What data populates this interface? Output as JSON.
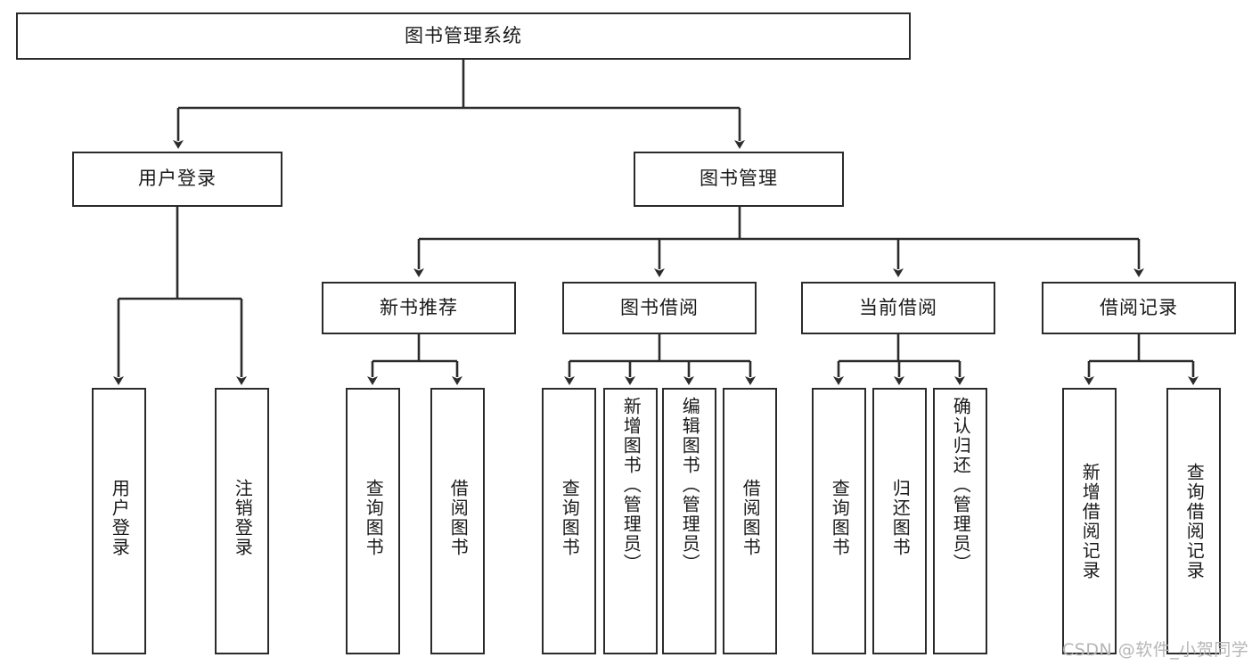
{
  "diagram": {
    "title_node": {
      "label": "图书管理系统"
    },
    "level2": [
      {
        "id": "user-login",
        "label": "用户登录"
      },
      {
        "id": "book-management",
        "label": "图书管理"
      }
    ],
    "level3": [
      {
        "id": "new-book-recommend",
        "label": "新书推荐"
      },
      {
        "id": "book-borrow",
        "label": "图书借阅"
      },
      {
        "id": "current-borrow",
        "label": "当前借阅"
      },
      {
        "id": "borrow-record",
        "label": "借阅记录"
      }
    ],
    "leaves": {
      "user_login": [
        {
          "id": "leaf-user-login",
          "label": "用户登录"
        },
        {
          "id": "leaf-logout",
          "label": "注销登录"
        }
      ],
      "new_book_recommend": [
        {
          "id": "leaf-query-book-1",
          "label": "查询图书"
        },
        {
          "id": "leaf-borrow-book-1",
          "label": "借阅图书"
        }
      ],
      "book_borrow": [
        {
          "id": "leaf-query-book-2",
          "label": "查询图书"
        },
        {
          "id": "leaf-add-book",
          "label": "新增图书（管理员）"
        },
        {
          "id": "leaf-edit-book",
          "label": "编辑图书（管理员）"
        },
        {
          "id": "leaf-borrow-book-2",
          "label": "借阅图书"
        }
      ],
      "current_borrow": [
        {
          "id": "leaf-query-book-3",
          "label": "查询图书"
        },
        {
          "id": "leaf-return-book",
          "label": "归还图书"
        },
        {
          "id": "leaf-confirm-return",
          "label": "确认归还（管理员）"
        }
      ],
      "borrow_record": [
        {
          "id": "leaf-add-record",
          "label": "新增借阅记录"
        },
        {
          "id": "leaf-query-record",
          "label": "查询借阅记录"
        }
      ]
    },
    "watermark": {
      "text": "CSDN @软件_小贺同学"
    },
    "colors": {
      "stroke": "#2b2b2b",
      "fill": "#ffffff",
      "text": "#1a1a1a",
      "watermark": "#b6b6b6"
    }
  }
}
